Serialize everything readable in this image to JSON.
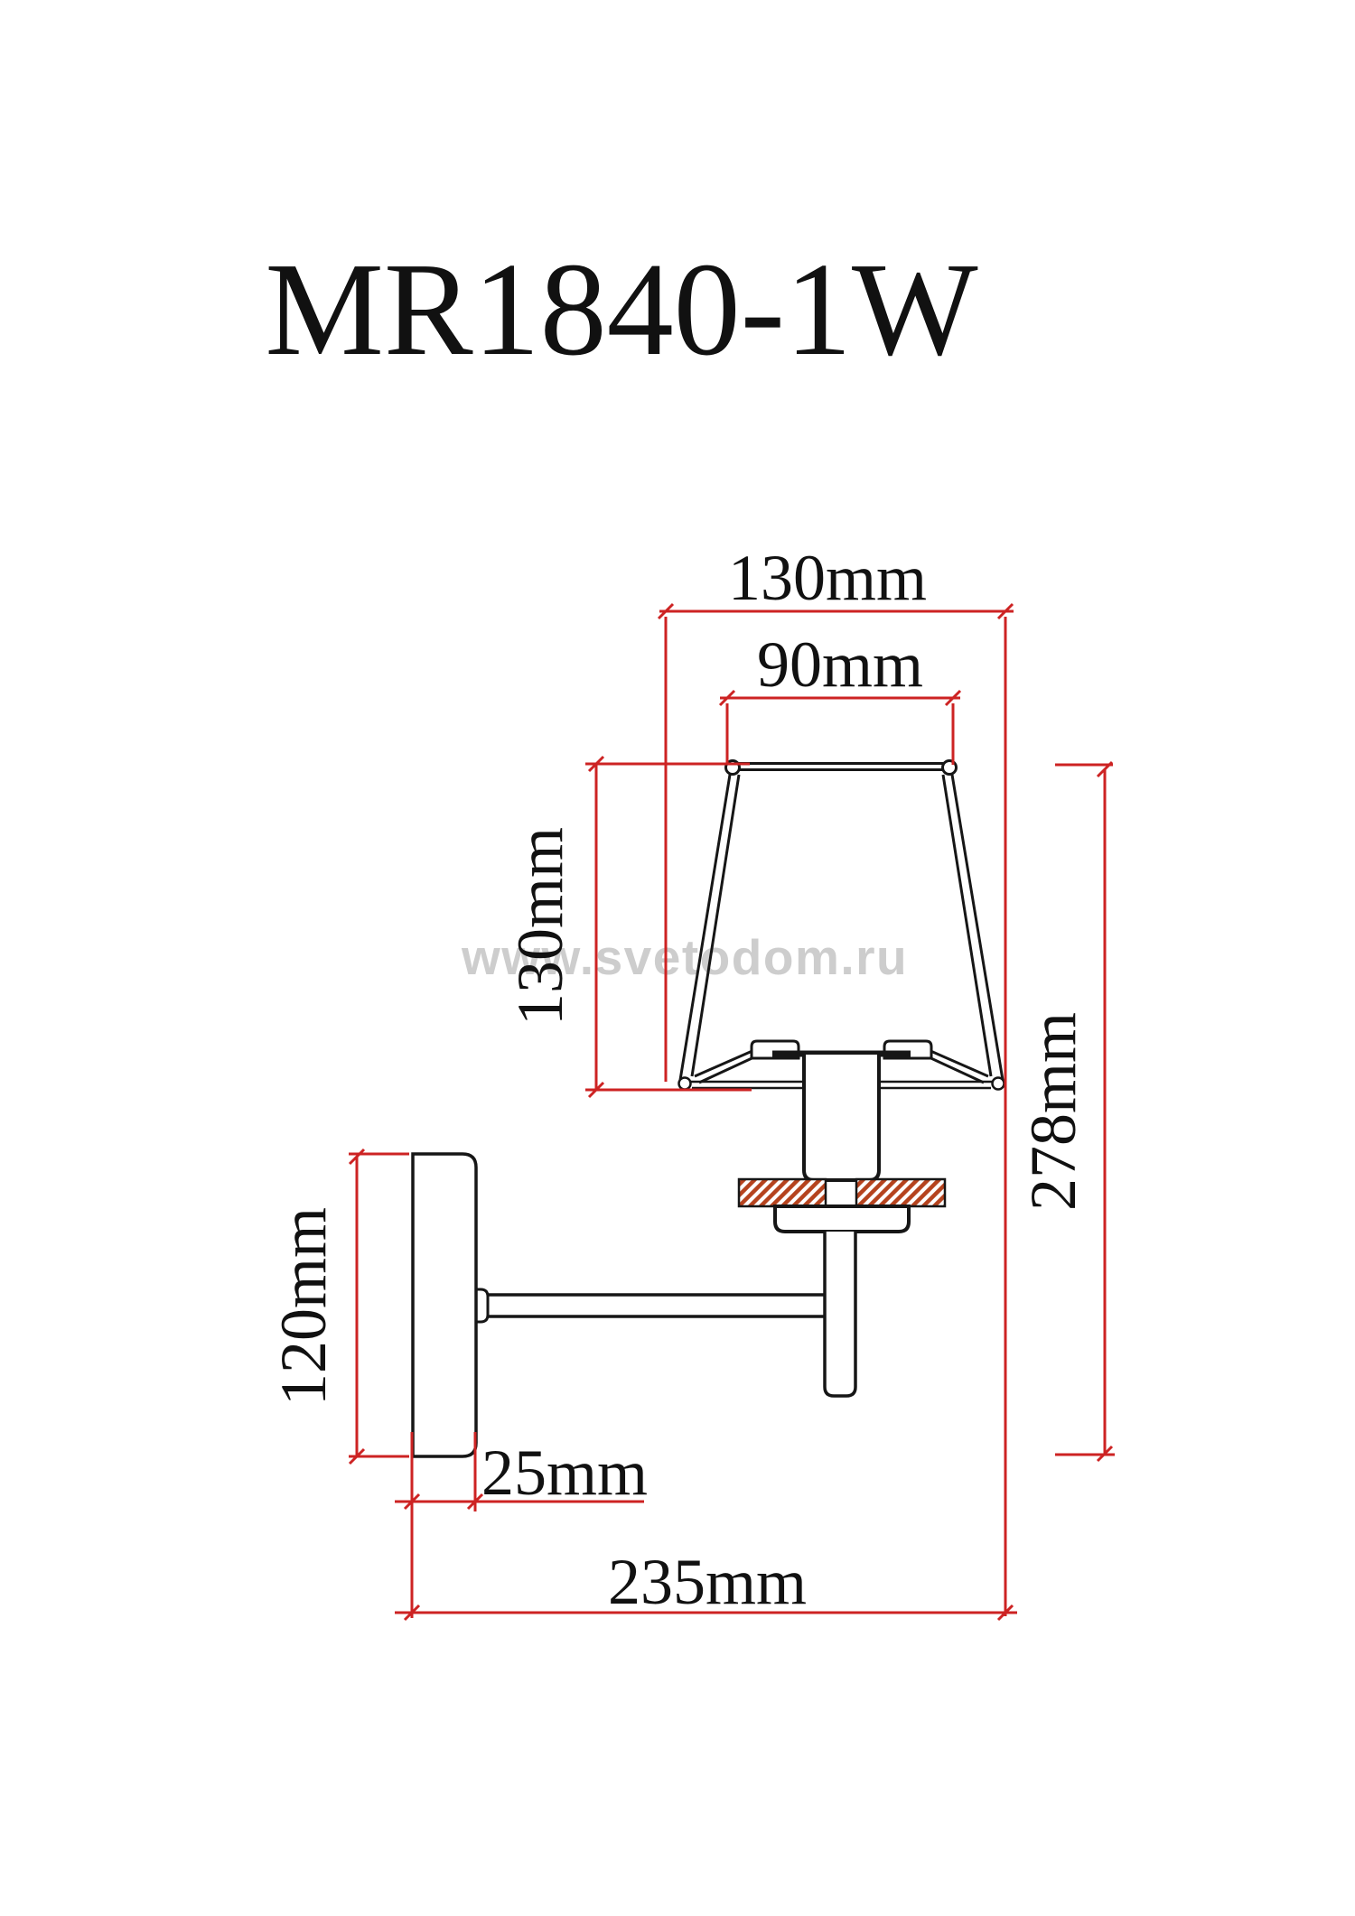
{
  "title": "MR1840-1W",
  "watermark": "www.svetodom.ru",
  "drawing": {
    "type": "wall-sconce-dimension-diagram",
    "labels": {
      "shade_max_width": "130mm",
      "shade_top_width": "90mm",
      "shade_height": "130mm",
      "overall_height": "278mm",
      "backplate_height": "120mm",
      "backplate_depth": "25mm",
      "overall_depth": "235mm"
    },
    "colors": {
      "outline": "#161616",
      "dimension_red": "#cd2323",
      "hatch_fill": "#b5431e",
      "hatch_stripe": "#ffffff",
      "watermark_gray": "#cbcbcb",
      "background": "#ffffff"
    }
  }
}
